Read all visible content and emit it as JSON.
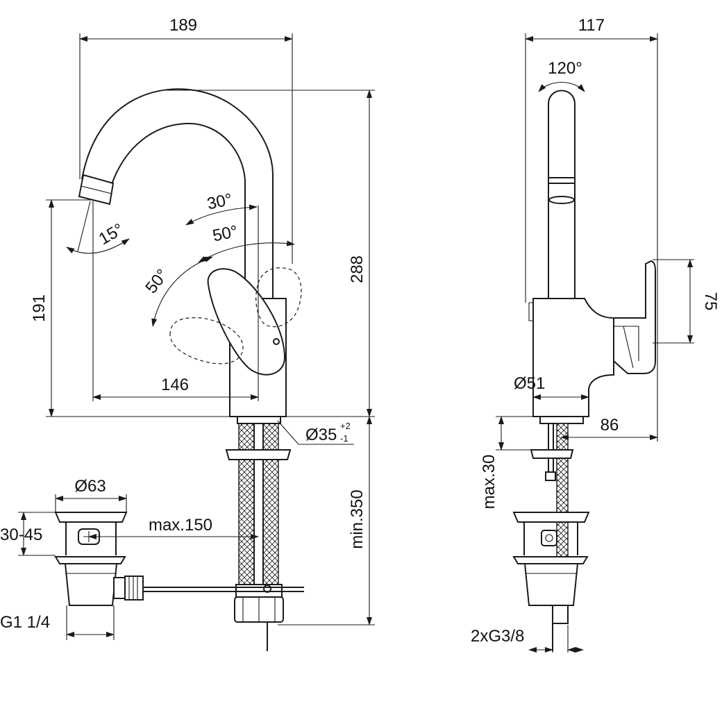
{
  "dimensions": {
    "overall_width": "189",
    "side_width": "117",
    "swivel_angle": "120°",
    "handle_angle_30": "30°",
    "handle_angle_50_right": "50°",
    "handle_angle_50_left": "50°",
    "spout_angle": "15°",
    "height_total": "288",
    "spout_height": "191",
    "spout_reach": "146",
    "hole_diameter": "Ø35",
    "hole_tol_plus": "+2",
    "hole_tol_minus": "-1",
    "waste_diameter": "Ø63",
    "waste_range": "30-45",
    "rod_max": "max.150",
    "hose_min": "min.350",
    "waste_thread": "G1 1/4",
    "handle_height": "75",
    "base_diameter": "Ø51",
    "side_depth": "86",
    "deck_max": "max.30",
    "hose_thread": "2xG3/8"
  },
  "colors": {
    "line": "#1a1a1a",
    "background": "#ffffff"
  }
}
